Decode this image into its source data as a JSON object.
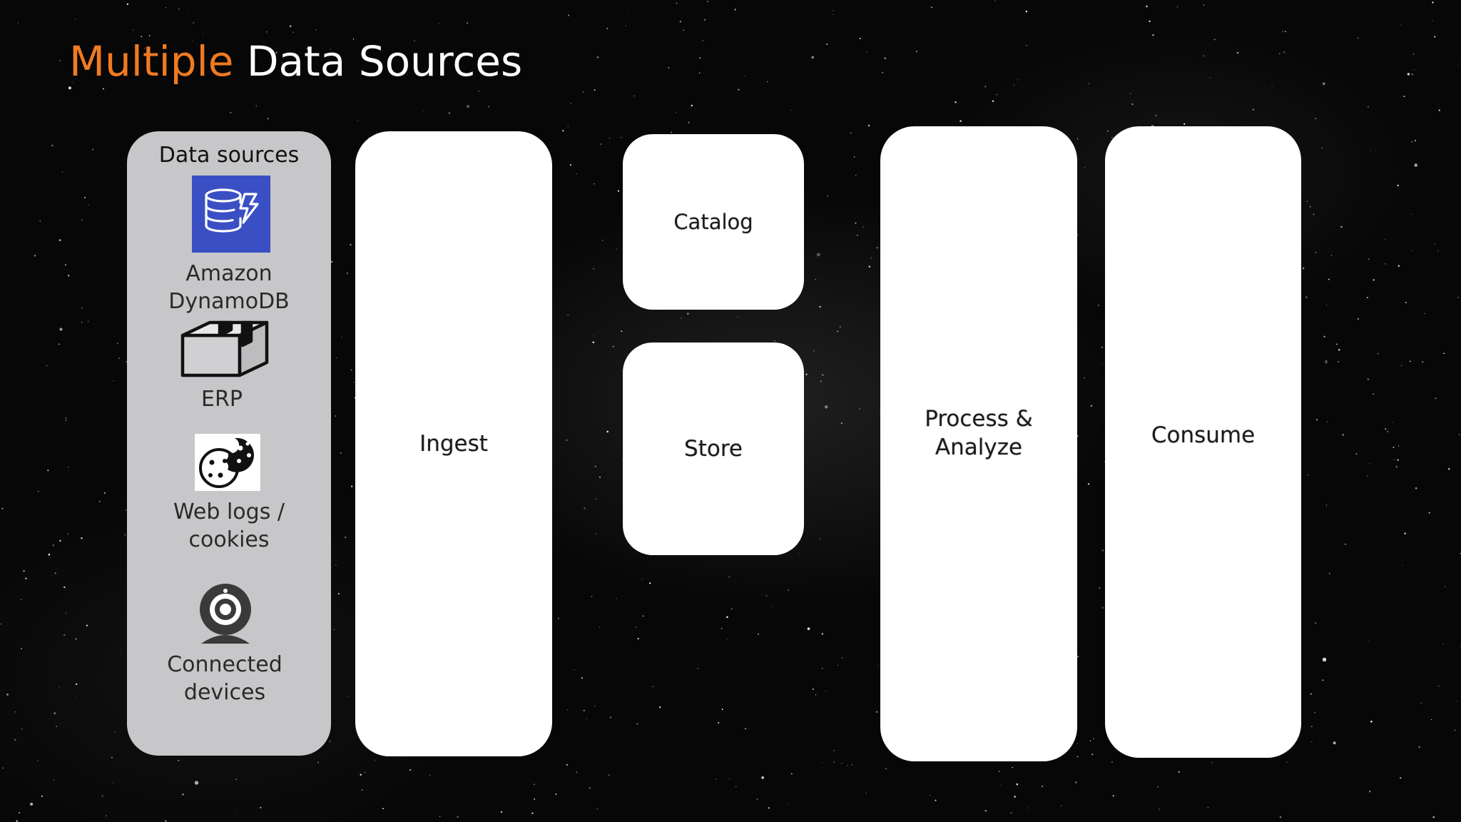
{
  "title": {
    "accent": "Multiple",
    "rest": "Data Sources"
  },
  "sources": {
    "heading": "Data sources",
    "items": [
      {
        "line1": "Amazon",
        "line2": "DynamoDB",
        "icon": "dynamodb-icon"
      },
      {
        "line1": "ERP",
        "icon": "box-icon"
      },
      {
        "line1": "Web logs /",
        "line2": "cookies",
        "icon": "cookie-icon"
      },
      {
        "line1": "Connected",
        "line2": "devices",
        "icon": "webcam-icon"
      }
    ]
  },
  "stages": {
    "ingest": "Ingest",
    "catalog": "Catalog",
    "store": "Store",
    "process_line1": "Process &",
    "process_line2": "Analyze",
    "consume": "Consume"
  },
  "colors": {
    "accent": "#f07a22",
    "sources_panel": "#c7c7c9",
    "dynamodb_blue": "#3b4fc4",
    "stage_panel": "#ffffff"
  }
}
